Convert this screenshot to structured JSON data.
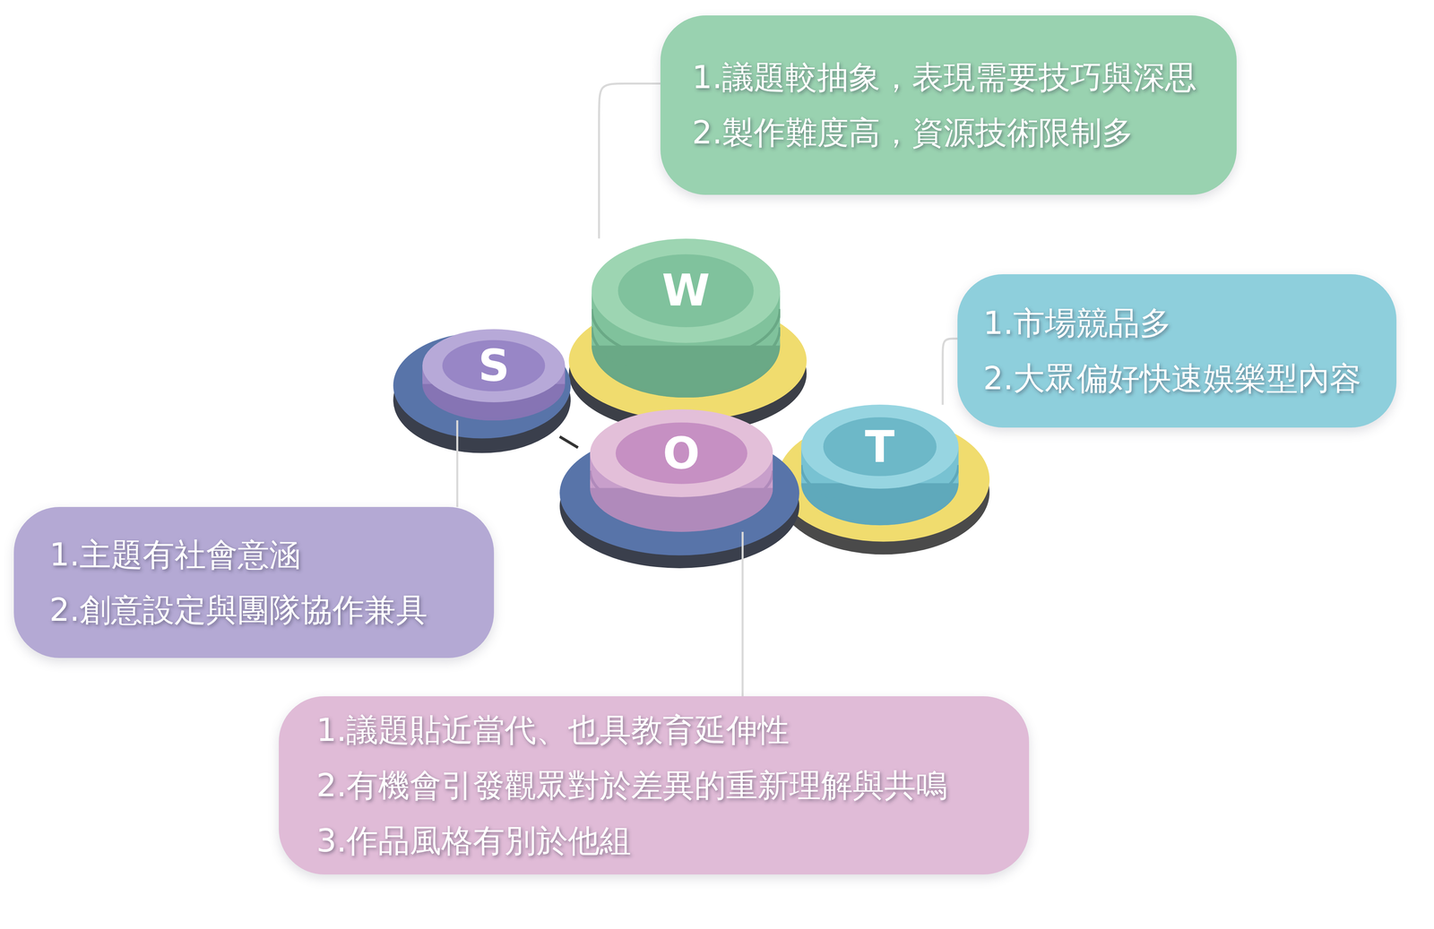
{
  "diagram": {
    "nodes": [
      {
        "text": [
          "1.議題較抽象，表現需要技巧與深思",
          "2.製作難度高，資源技術限制多"
        ]
      },
      {
        "text": [
          "1.市場競品多",
          "2.大眾偏好快速娛樂型內容"
        ]
      },
      {
        "text": [
          "S"
        ]
      },
      {
        "text": [
          "W"
        ]
      },
      {
        "text": [
          "O"
        ]
      },
      {
        "text": [
          "T"
        ]
      },
      {
        "text": [
          "1.主題有社會意涵",
          "2.創意設定與團隊協作兼具"
        ]
      },
      {
        "text": [
          "1.議題貼近當代、也具教育延伸性",
          "2.有機會引發觀眾對於差異的重新理解與共鳴",
          "3.作品風格有別於他組"
        ]
      }
    ],
    "edges": [
      {
        "from": 3,
        "to": 0,
        "arrow": "none"
      },
      {
        "from": 5,
        "to": 1,
        "arrow": "none"
      },
      {
        "from": 2,
        "to": 6,
        "arrow": "none"
      },
      {
        "from": 4,
        "to": 7,
        "arrow": "none"
      }
    ]
  }
}
